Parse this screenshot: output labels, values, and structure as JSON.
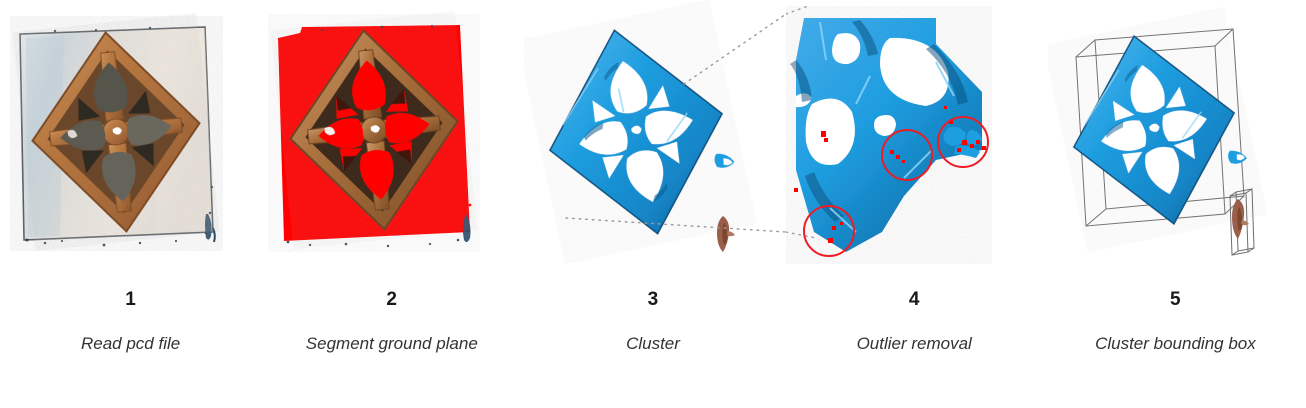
{
  "figure": {
    "title_visible": false,
    "background_color": "#ffffff",
    "columns": 5
  },
  "steps": [
    {
      "number": "1",
      "caption": "Read pcd file",
      "scene": {
        "kind": "colored-point-cloud",
        "description": "Raw RGB point cloud of a diamond shaped lattice object resting on a light gray table surface",
        "ground_color": "#d9dde1",
        "object_color": "#b5763f",
        "has_bounding_box": false,
        "has_callout": false
      }
    },
    {
      "number": "2",
      "caption": "Segment ground plane",
      "scene": {
        "kind": "segmented-point-cloud",
        "description": "Ground plane inliers highlighted in pure red, object keeps original color",
        "ground_color": "#ff0000",
        "object_color": "#a9703c",
        "has_bounding_box": false,
        "has_callout": false
      }
    },
    {
      "number": "3",
      "caption": "Cluster",
      "scene": {
        "kind": "clustered-point-cloud",
        "description": "Largest cluster colored blue, a small secondary brown cluster to the lower right",
        "cluster_primary_color": "#1f9ee0",
        "cluster_secondary_color": "#9a5f4a",
        "has_bounding_box": false,
        "has_callout": true,
        "callout_style": "dotted-leader-lines"
      }
    },
    {
      "number": "4",
      "caption": "Outlier removal",
      "scene": {
        "kind": "zoomed-detail",
        "description": "Magnified corner of the blue cluster with removed outlier points drawn in red and circled",
        "cluster_primary_color": "#1f9ee0",
        "outlier_color": "#ff0000",
        "annotation_color": "#ee1c24",
        "annotation_count": 3,
        "has_bounding_box": false,
        "has_callout": false
      }
    },
    {
      "number": "5",
      "caption": "Cluster bounding box",
      "scene": {
        "kind": "bounding-box-view",
        "description": "Blue cluster enclosed in an oriented 3D wireframe bounding box, small brown cluster has its own box",
        "cluster_primary_color": "#1f9ee0",
        "cluster_secondary_color": "#9a5f4a",
        "box_line_color": "#6d6d6d",
        "has_bounding_box": true,
        "has_callout": false
      }
    }
  ],
  "colors": {
    "background": "#ffffff",
    "red_ground": "#ff0000",
    "blue_cluster": "#1f9ee0",
    "blue_cluster_dark": "#0e5e92",
    "blue_cluster_light": "#63c2f2",
    "brown_object": "#b5763f",
    "brown_object_dark": "#6d3f23",
    "gray_ground": "#d9dde1",
    "annotation_red": "#ee1c24",
    "leader_gray": "#9a9a9a",
    "box_gray": "#6d6d6d",
    "text_number": "#1a1a1a",
    "text_caption": "#333333"
  }
}
